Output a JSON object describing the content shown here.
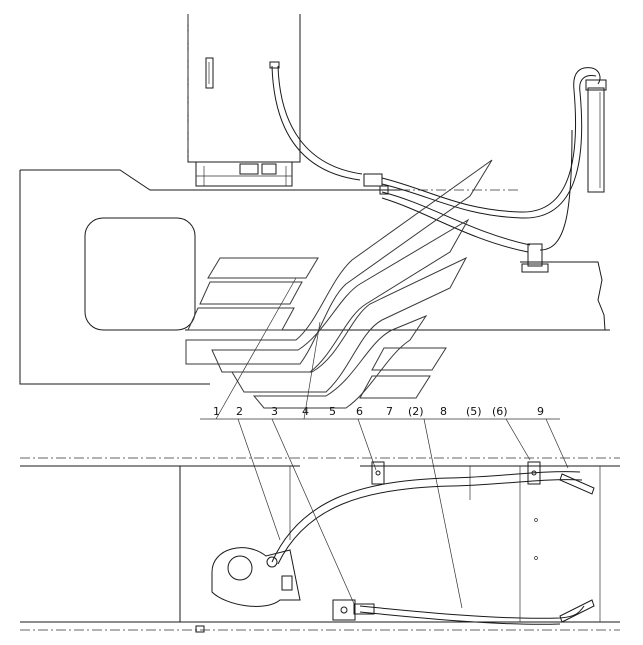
{
  "diagram": {
    "callouts": [
      {
        "id": "c1",
        "label": "1"
      },
      {
        "id": "c2",
        "label": "2"
      },
      {
        "id": "c3",
        "label": "3"
      },
      {
        "id": "c4",
        "label": "4"
      },
      {
        "id": "c5",
        "label": "5"
      },
      {
        "id": "c6",
        "label": "6"
      },
      {
        "id": "c7",
        "label": "7"
      },
      {
        "id": "c12",
        "label": "(2)"
      },
      {
        "id": "c8",
        "label": "8"
      },
      {
        "id": "c15",
        "label": "(5)"
      },
      {
        "id": "c16",
        "label": "(6)"
      },
      {
        "id": "c9",
        "label": "9"
      }
    ]
  }
}
